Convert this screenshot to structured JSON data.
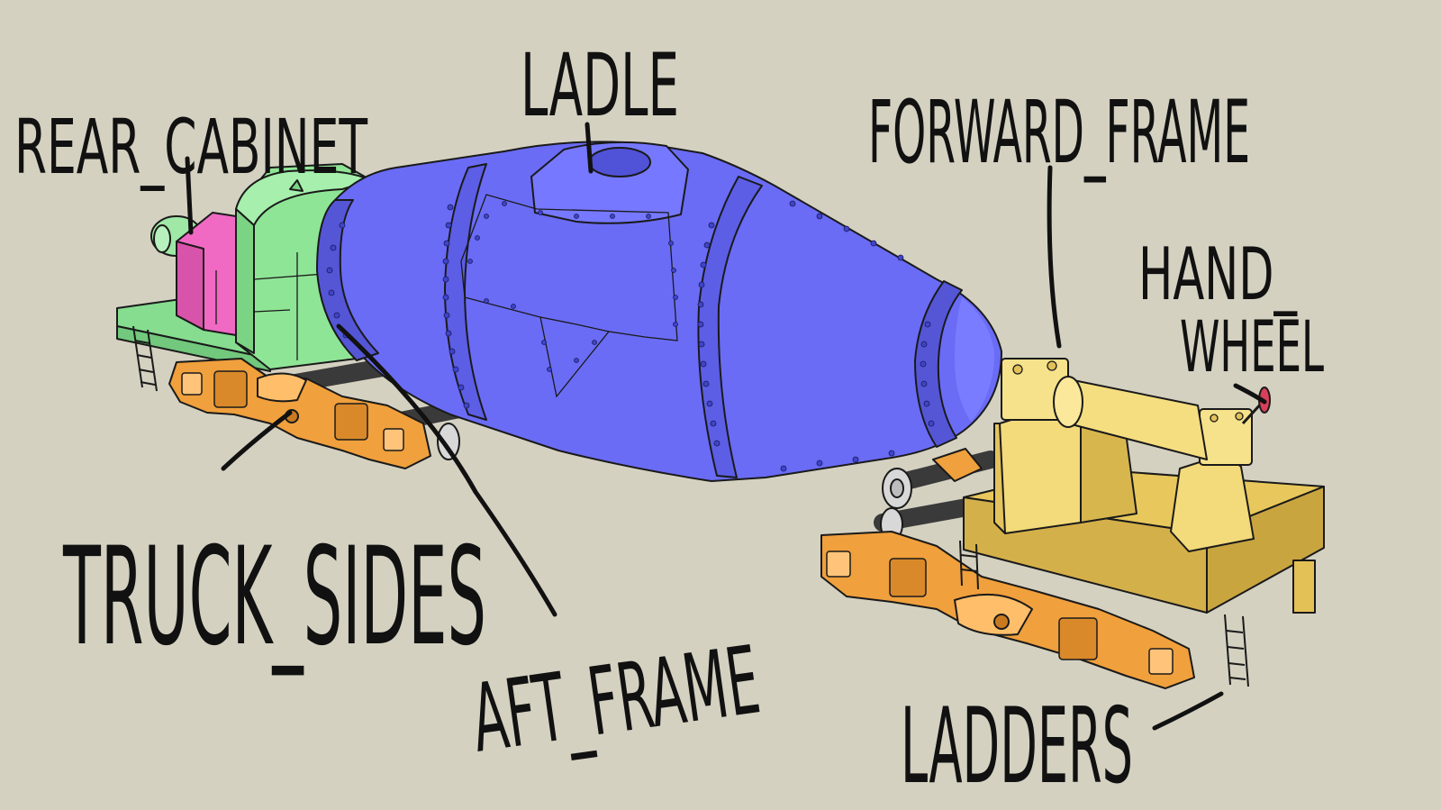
{
  "labels": {
    "rear_cabinet": "REAR_CABINET",
    "ladle": "LADLE",
    "forward_frame": "FORWARD_FRAME",
    "hand_wheel_line1": "HAND_",
    "hand_wheel_line2": "WHEEL",
    "truck_sides": "TRUCK_SIDES",
    "aft_frame": "AFT_FRAME",
    "ladders": "LADDERS"
  },
  "colors": {
    "background": "#d4d1c1",
    "ladle": "#6a6cf5",
    "rear_cabinet": "#f06ac4",
    "aft_frame": "#8fe596",
    "forward_frame": "#f0d36a",
    "truck_sides": "#f0a03c",
    "axle": "#3a3a3a"
  }
}
